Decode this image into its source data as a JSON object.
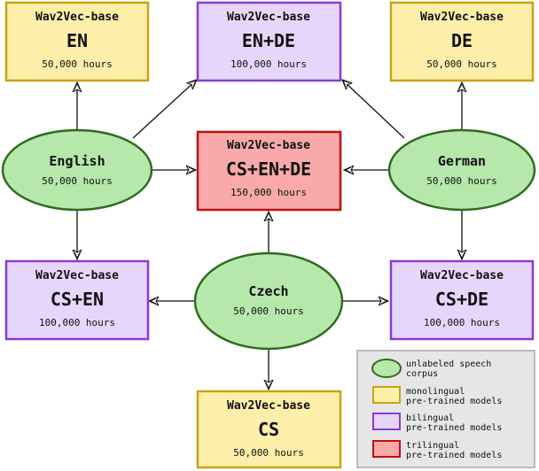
{
  "colors": {
    "speech_fill": "#b6e8ab",
    "speech_stroke": "#2f6b1f",
    "mono_fill": "#fdeeaa",
    "mono_stroke": "#c9a411",
    "bi_fill": "#e6d6fb",
    "bi_stroke": "#8a3bd7",
    "tri_fill": "#f9a9a9",
    "tri_stroke": "#c01010",
    "legend_fill": "#e6e6e6",
    "legend_stroke": "#a8a8a8",
    "arrow": "#111111"
  },
  "speech_nodes": {
    "english": {
      "name": "English",
      "hours": "50,000 hours"
    },
    "german": {
      "name": "German",
      "hours": "50,000 hours"
    },
    "czech": {
      "name": "Czech",
      "hours": "50,000 hours"
    }
  },
  "models": {
    "en": {
      "arch": "Wav2Vec-base",
      "langs": "EN",
      "hours": "50,000 hours"
    },
    "en_de": {
      "arch": "Wav2Vec-base",
      "langs": "EN+DE",
      "hours": "100,000 hours"
    },
    "de": {
      "arch": "Wav2Vec-base",
      "langs": "DE",
      "hours": "50,000 hours"
    },
    "cs_en_de": {
      "arch": "Wav2Vec-base",
      "langs": "CS+EN+DE",
      "hours": "150,000 hours"
    },
    "cs_en": {
      "arch": "Wav2Vec-base",
      "langs": "CS+EN",
      "hours": "100,000 hours"
    },
    "cs_de": {
      "arch": "Wav2Vec-base",
      "langs": "CS+DE",
      "hours": "100,000 hours"
    },
    "cs": {
      "arch": "Wav2Vec-base",
      "langs": "CS",
      "hours": "50,000 hours"
    }
  },
  "legend": {
    "speech": [
      "unlabeled speech",
      "corpus"
    ],
    "mono": [
      "monolingual",
      "pre-trained models"
    ],
    "bi": [
      "bilingual",
      "pre-trained models"
    ],
    "tri": [
      "trilingual",
      "pre-trained models"
    ]
  }
}
